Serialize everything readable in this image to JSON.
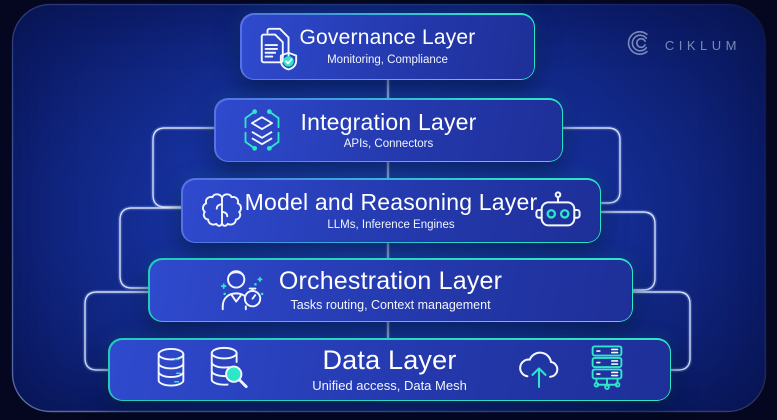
{
  "brand": {
    "name": "CIKLUM",
    "logo_icon": "ciklum-arcs-icon"
  },
  "diagram": {
    "layers": [
      {
        "title": "Governance Layer",
        "subtitle": "Monitoring, Compliance",
        "icons": [
          "documents-shield-icon"
        ]
      },
      {
        "title": "Integration Layer",
        "subtitle": "APIs, Connectors",
        "icons": [
          "integration-hexagon-layers-icon"
        ]
      },
      {
        "title": "Model and Reasoning Layer",
        "subtitle": "LLMs, Inference Engines",
        "icons": [
          "brain-icon",
          "robot-icon"
        ]
      },
      {
        "title": "Orchestration Layer",
        "subtitle": "Tasks routing, Context management",
        "icons": [
          "person-stopwatch-icon"
        ]
      },
      {
        "title": "Data Layer",
        "subtitle": "Unified access, Data Mesh",
        "icons": [
          "database-icon",
          "database-search-icon",
          "cloud-upload-icon",
          "server-rack-icon"
        ]
      }
    ]
  },
  "colors": {
    "accent_teal": "#2ee6c8",
    "accent_blue": "#4b61de",
    "background_navy": "#04071f",
    "panel_blue": "#1e40bb",
    "connector_line": "#e4eeff",
    "text": "#ffffff",
    "logo_muted": "#96a4cc"
  }
}
